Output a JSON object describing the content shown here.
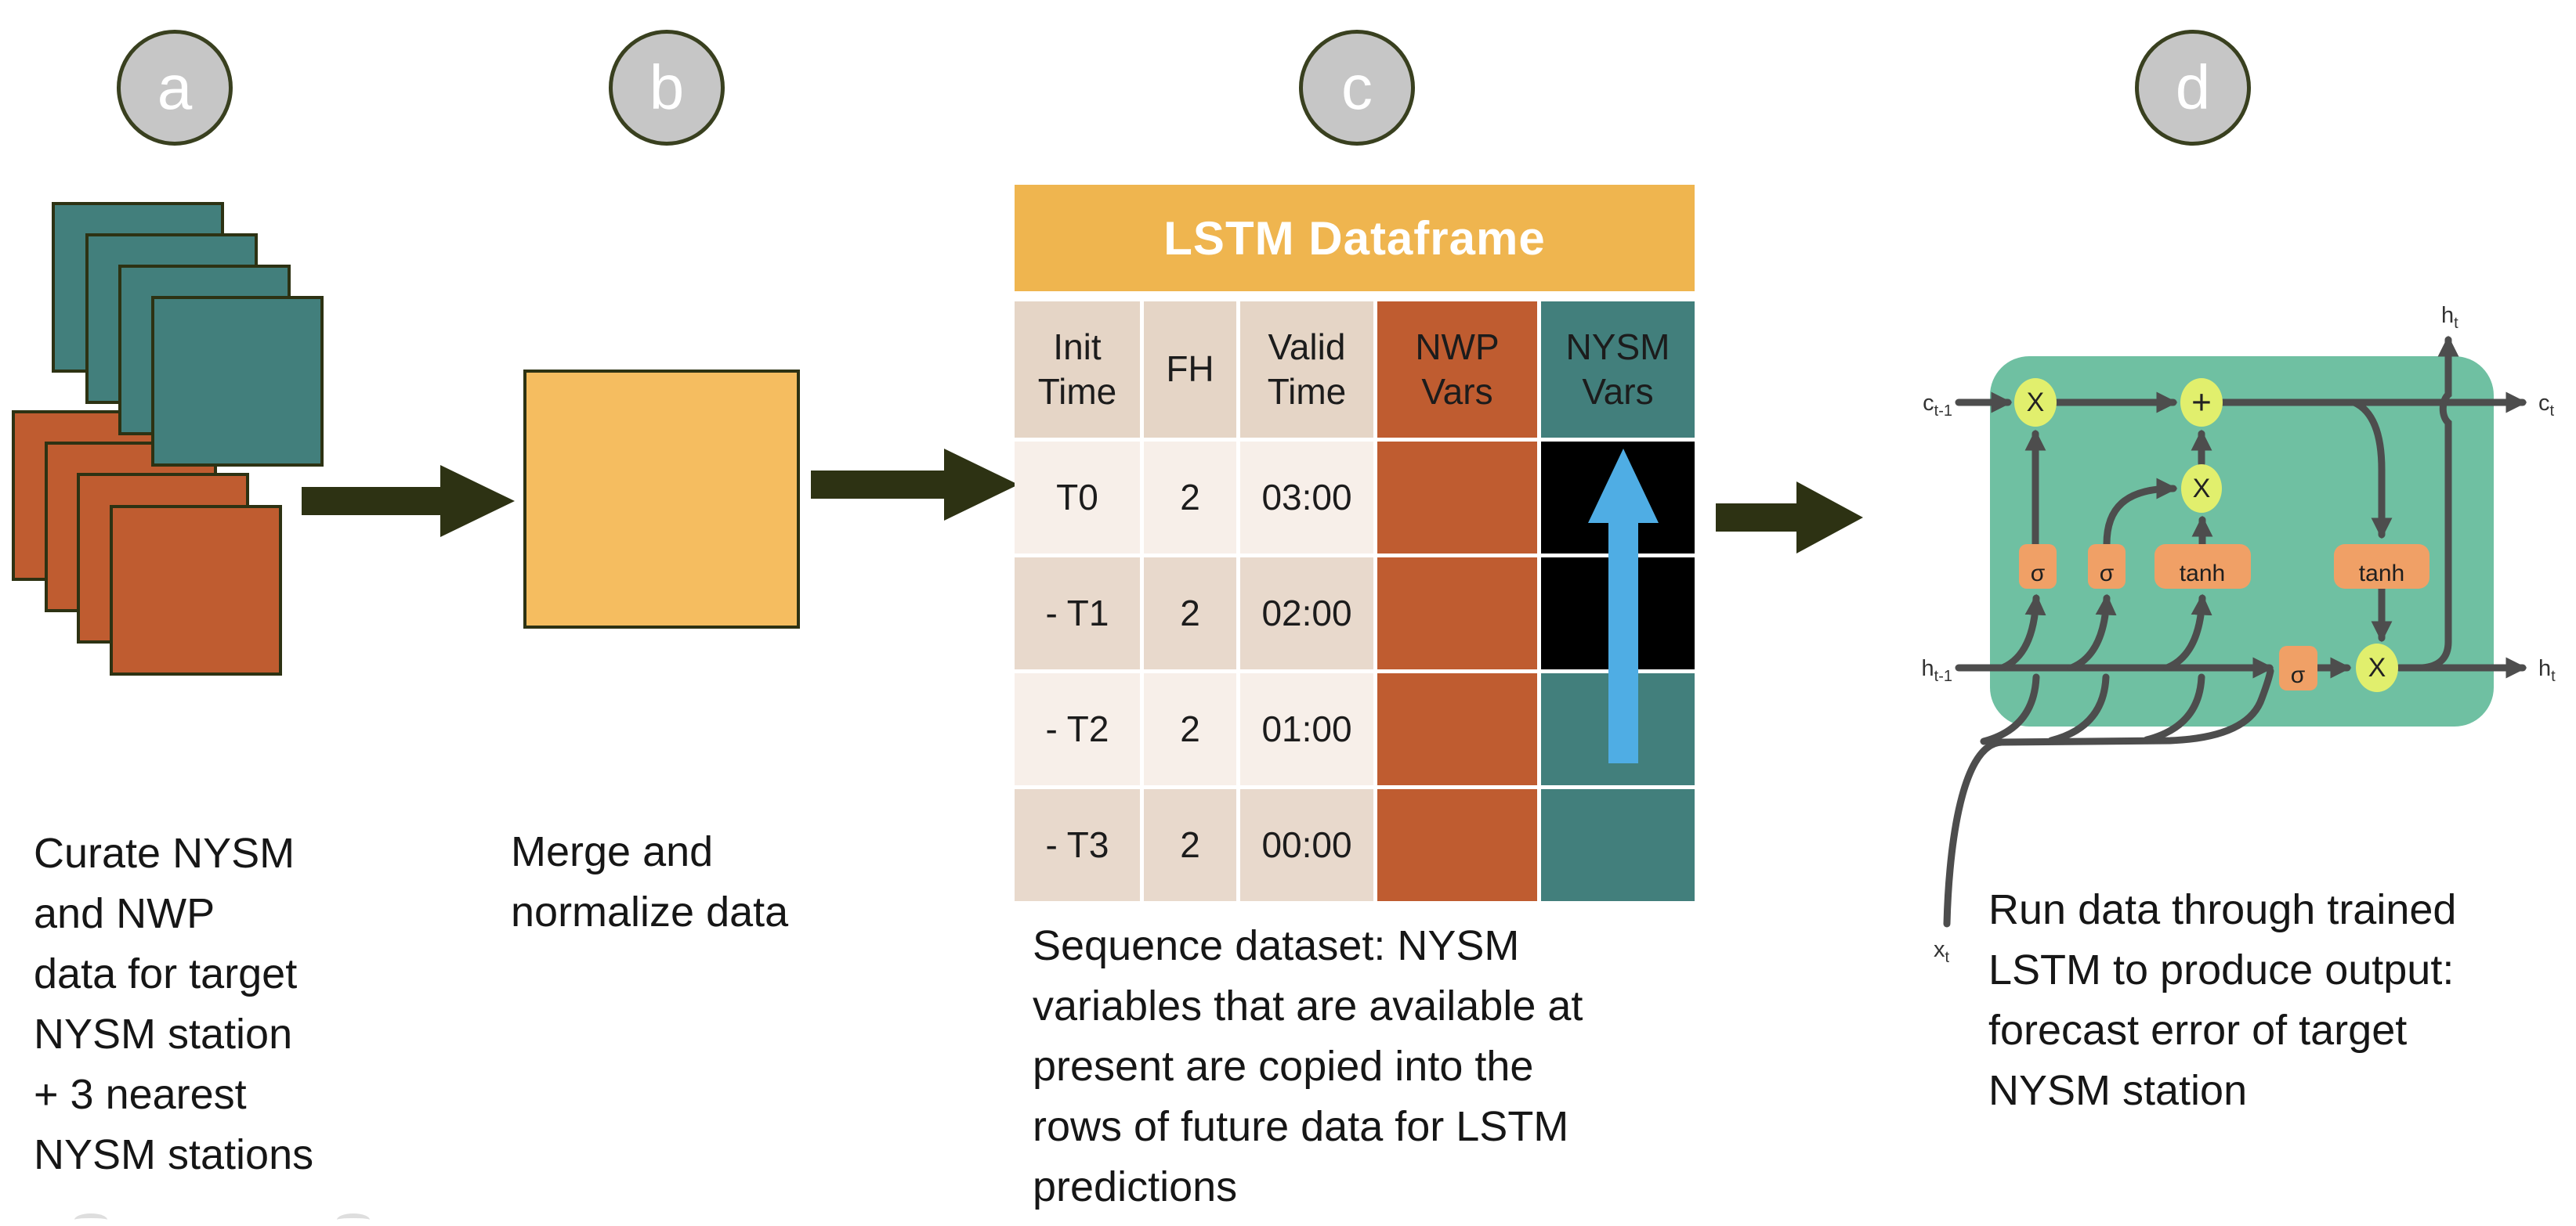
{
  "figure": {
    "steps": [
      {
        "label": "a",
        "caption": "Curate NYSM\nand NWP\ndata for target\nNYSM station\n+ 3 nearest\nNYSM stations"
      },
      {
        "label": "b",
        "caption": "Merge and\nnormalize data"
      },
      {
        "label": "c",
        "caption": "Sequence dataset: NYSM\nvariables that are available at\npresent are copied into the\nrows of future data for LSTM\npredictions"
      },
      {
        "label": "d",
        "caption": "Run data through trained\nLSTM to produce output:\nforecast error of target\nNYSM station"
      }
    ]
  },
  "table": {
    "title": "LSTM Dataframe",
    "columns": [
      "Init\nTime",
      "FH",
      "Valid\nTime",
      "NWP\nVars",
      "NYSM\nVars"
    ],
    "rows": [
      {
        "init_time": "T0",
        "fh": "2",
        "valid_time": "03:00"
      },
      {
        "init_time": "- T1",
        "fh": "2",
        "valid_time": "02:00"
      },
      {
        "init_time": "- T2",
        "fh": "2",
        "valid_time": "01:00"
      },
      {
        "init_time": "- T3",
        "fh": "2",
        "valid_time": "00:00"
      }
    ]
  },
  "lstm": {
    "io": [
      {
        "base": "c",
        "sub": "t-1"
      },
      {
        "base": "h",
        "sub": "t-1"
      },
      {
        "base": "x",
        "sub": "t"
      },
      {
        "base": "h",
        "sub": "t"
      },
      {
        "base": "c",
        "sub": "t"
      },
      {
        "base": "h",
        "sub": "t"
      }
    ],
    "gates": [
      {
        "label": "σ"
      },
      {
        "label": "σ"
      },
      {
        "label": "tanh"
      },
      {
        "label": "tanh"
      },
      {
        "label": "σ"
      }
    ],
    "nodes": [
      {
        "symbol": "X"
      },
      {
        "symbol": "+"
      },
      {
        "symbol": "X"
      },
      {
        "symbol": "X"
      }
    ]
  },
  "colors": {
    "teal": "#427f7c",
    "orange": "#bf5c30",
    "merge_yellow": "#f5bd60",
    "table_header_yellow": "#efb54f",
    "beige_header": "#e5d5c6",
    "row_light": "#f7efe9",
    "row_dark": "#e8d9cc",
    "black_cell": "#000000",
    "copy_arrow_blue": "#4fade4",
    "flow_arrow_olive": "#2d3213",
    "circle_gray": "#c6c6c6",
    "lstm_green": "#6fc0a2",
    "gate_orange": "#f0a066",
    "node_yellow": "#e1ef6d",
    "line_gray": "#4d4d4d"
  }
}
